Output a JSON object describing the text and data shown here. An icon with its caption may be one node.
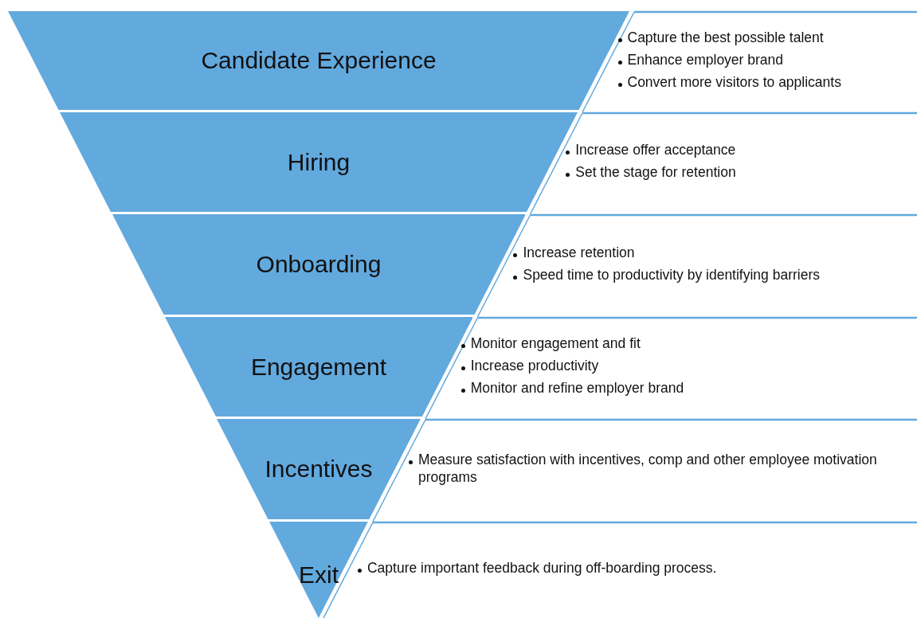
{
  "diagram": {
    "nodes": [
      {
        "text": [
          "Candidate Experience"
        ],
        "beside": [
          "Capture the best possible talent",
          "Enhance employer brand",
          "Convert more visitors to applicants"
        ]
      },
      {
        "text": [
          "Hiring"
        ],
        "beside": [
          "Increase offer acceptance",
          "Set the stage for retention"
        ]
      },
      {
        "text": [
          "Onboarding"
        ],
        "beside": [
          "Increase retention",
          "Speed time to productivity by identifying barriers"
        ]
      },
      {
        "text": [
          "Engagement"
        ],
        "beside": [
          "Monitor engagement and fit",
          "Increase productivity",
          "Monitor and refine employer brand"
        ]
      },
      {
        "text": [
          "Incentives"
        ],
        "beside": [
          "Measure satisfaction with incentives, comp and other employee motivation programs"
        ]
      },
      {
        "text": [
          "Exit"
        ],
        "beside": [
          "Capture important feedback during off-boarding process."
        ]
      }
    ]
  }
}
